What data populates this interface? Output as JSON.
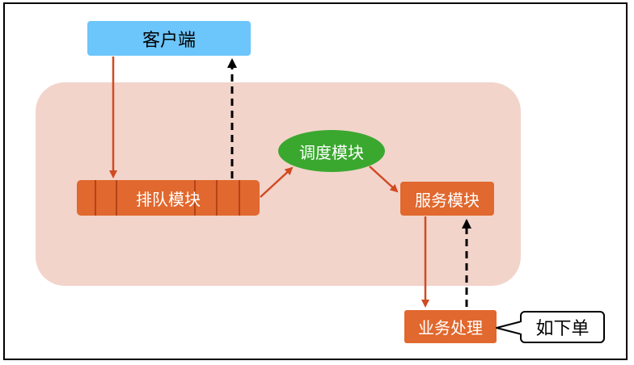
{
  "nodes": {
    "client": "客户端",
    "queue": "排队模块",
    "scheduler": "调度模块",
    "service": "服务模块",
    "business": "业务处理"
  },
  "callout": {
    "text": "如下单"
  },
  "colors": {
    "client_fill": "#6cc5fb",
    "module_fill": "#e1682e",
    "scheduler_fill": "#3aa82f",
    "region_fill": "#f2d4cb",
    "request_arrow": "#d14a22",
    "response_arrow": "#000000"
  }
}
